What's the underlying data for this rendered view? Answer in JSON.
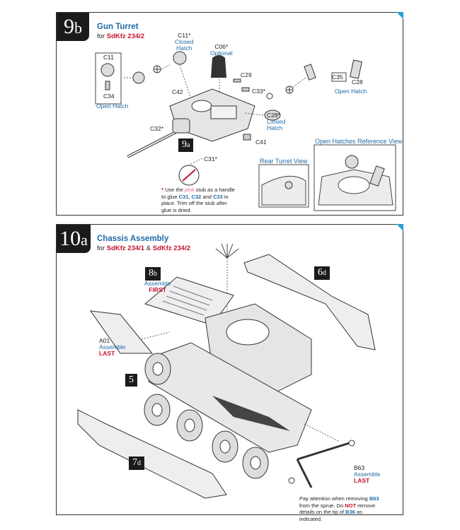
{
  "step9b": {
    "num": "9",
    "sub": "b",
    "title": "Gun Turret",
    "subtitle_prefix": "for ",
    "subtitle_model": "SdKfz 234/2",
    "labels": {
      "c11_closed": "C11*",
      "c11_closed_note": "Closed",
      "c11_closed_note2": "Hatch",
      "c06": "C06*",
      "c06_note": "Optional",
      "c29": "C29",
      "c33": "C33*",
      "c42": "C42",
      "c32": "C32*",
      "c41": "C41",
      "c28_closed": "C28*",
      "c28_closed_note": "Closed",
      "c28_closed_note2": "Hatch",
      "c31": "C31*",
      "c35": "C35",
      "c28": "C28",
      "open_hatch_right": "Open Hatch",
      "c11": "C11",
      "c34": "C34",
      "open_hatch_left": "Open Hatch",
      "ref9a_num": "9",
      "ref9a_sub": "a"
    },
    "note": {
      "star": "*",
      "text1": "Use the ",
      "pink": "pink",
      "text2": " stub as a handle to glue ",
      "c31": "C31",
      "comma": ", ",
      "c32": "C32",
      "and": " and ",
      "c33": "C33",
      "text3": " in place. Trim off the stub after glue is dried."
    },
    "rear_turret_title": "Rear Turret View",
    "open_ref_title": "Open Hatches Reference View"
  },
  "step10a": {
    "num": "10",
    "sub": "a",
    "title": "Chassis Assembly",
    "subtitle_prefix": "for ",
    "subtitle_model1": "SdKfz 234/1",
    "subtitle_amp": " & ",
    "subtitle_model2": "SdKfz 234/2",
    "tag8b_num": "8",
    "tag8b_sub": "b",
    "tag8b_label": "Assemble",
    "tag8b_order": "FIRST",
    "tag6d_num": "6",
    "tag6d_sub": "d",
    "a01": "A01",
    "a01_label": "Assemble",
    "a01_order": "LAST",
    "tag5": "5",
    "tag7d_num": "7",
    "tag7d_sub": "d",
    "b63": "B63",
    "b63_label": "Assemble",
    "b63_order": "LAST",
    "note": {
      "t1": "Pay attention when removing ",
      "b63": "B63",
      "t2": " from the sprue. Do ",
      "not": "NOT",
      "t3": " remove details on the tip of ",
      "b36": "B36",
      "t4": " as indicated."
    }
  }
}
